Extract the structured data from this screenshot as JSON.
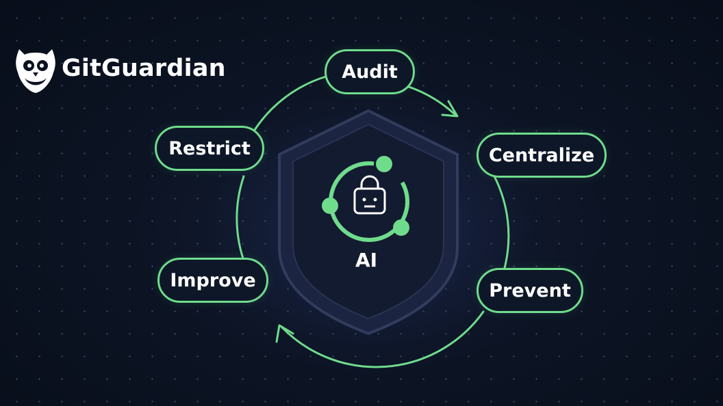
{
  "brand": {
    "name": "GitGuardian",
    "logo_icon": "owl-logo-icon"
  },
  "center": {
    "label": "AI",
    "icon": "robot-lock-icon"
  },
  "steps": [
    {
      "label": "Audit"
    },
    {
      "label": "Centralize"
    },
    {
      "label": "Prevent"
    },
    {
      "label": "Improve"
    },
    {
      "label": "Restrict"
    }
  ],
  "colors": {
    "accent": "#6fdc8c",
    "background": "#0b1220",
    "shield": "#1a2238",
    "text": "#ffffff"
  }
}
